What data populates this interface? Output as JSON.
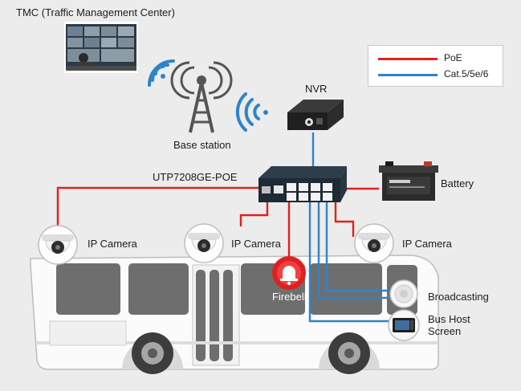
{
  "title": "TMC (Traffic Management Center)",
  "legend": {
    "items": [
      {
        "label": "PoE",
        "color": "#e02020"
      },
      {
        "label": "Cat.5/5e/6",
        "color": "#2f83c8"
      }
    ]
  },
  "nodes": {
    "base_station": "Base station",
    "nvr": "NVR",
    "switch": "UTP7208GE-POE",
    "battery": "Battery",
    "camera_left": "IP Camera",
    "camera_middle": "IP Camera",
    "camera_right": "IP Camera",
    "firebell": "Firebell",
    "broadcasting": "Broadcasting",
    "bus_host_screen_line1": "Bus Host",
    "bus_host_screen_line2": "Screen"
  },
  "colors": {
    "poe": "#e02020",
    "cat": "#2f83c8",
    "wifi": "#2f83c8",
    "background": "#ececec"
  }
}
